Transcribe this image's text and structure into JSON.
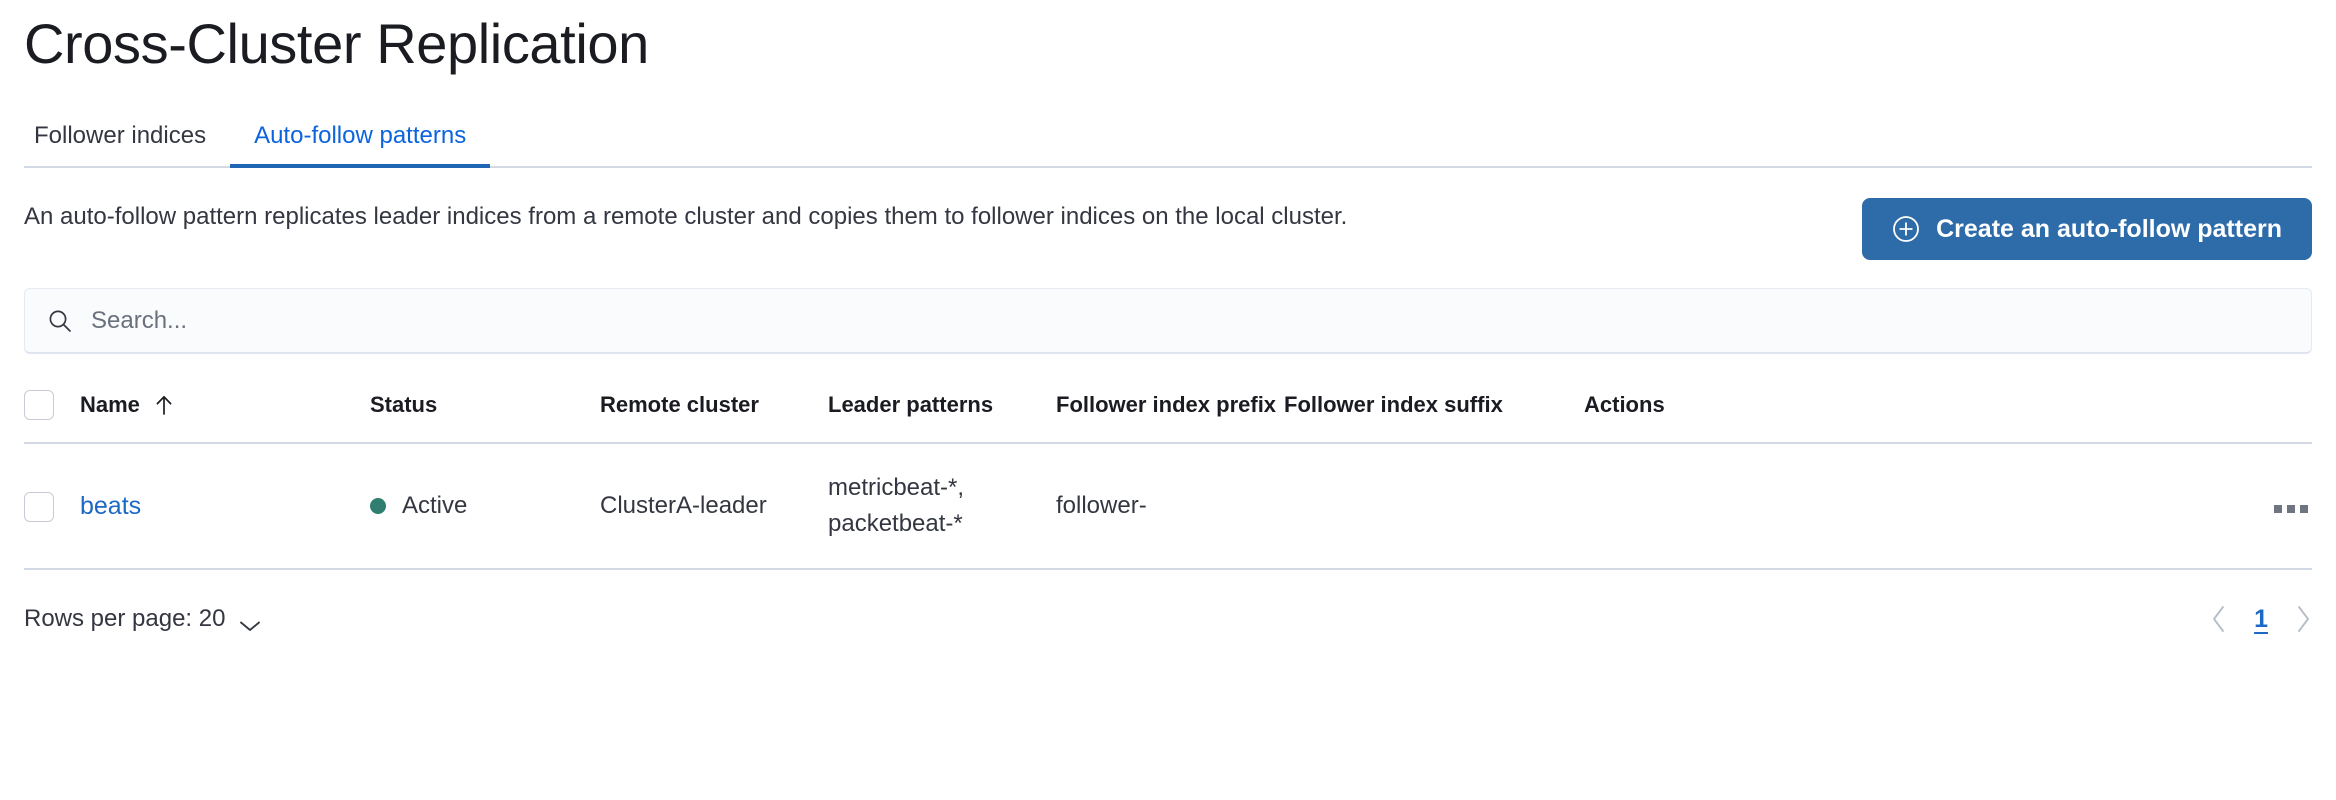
{
  "page": {
    "title": "Cross-Cluster Replication"
  },
  "tabs": [
    {
      "label": "Follower indices",
      "active": false
    },
    {
      "label": "Auto-follow patterns",
      "active": true
    }
  ],
  "intro": {
    "description": "An auto-follow pattern replicates leader indices from a remote cluster and copies them to follower indices on the local cluster.",
    "create_button_label": "Create an auto-follow pattern",
    "create_button_icon": "plus-in-circle-icon"
  },
  "search": {
    "placeholder": "Search...",
    "value": "",
    "icon": "search-icon"
  },
  "table": {
    "columns": [
      {
        "key": "select",
        "label": ""
      },
      {
        "key": "name",
        "label": "Name",
        "sort": "asc",
        "sort_icon": "arrow-up-icon"
      },
      {
        "key": "status",
        "label": "Status"
      },
      {
        "key": "remote_cluster",
        "label": "Remote cluster"
      },
      {
        "key": "leader_patterns",
        "label": "Leader patterns"
      },
      {
        "key": "follower_index_prefix",
        "label": "Follower index prefix"
      },
      {
        "key": "follower_index_suffix",
        "label": "Follower index suffix"
      },
      {
        "key": "actions",
        "label": "Actions"
      }
    ],
    "rows": [
      {
        "name": "beats",
        "status": "Active",
        "status_color": "#2f7e6f",
        "remote_cluster": "ClusterA-leader",
        "leader_patterns_line1": "metricbeat-*,",
        "leader_patterns_line2": "packetbeat-*",
        "follower_index_prefix": "follower-",
        "follower_index_suffix": "",
        "actions_icon": "ellipsis-horizontal-icon"
      }
    ]
  },
  "footer": {
    "rows_per_page_label": "Rows per page: 20",
    "rows_per_page_value": "20",
    "chevron_icon": "chevron-down-icon",
    "prev_icon": "chevron-left-icon",
    "next_icon": "chevron-right-icon",
    "current_page": "1"
  },
  "colors": {
    "primary_blue": "#2d6ca8",
    "link_blue": "#1d68c4",
    "active_tab_blue": "#0b64dd",
    "tab_underline": "#1f67b5",
    "status_green": "#2f7e6f",
    "border": "#d3dae6",
    "text": "#343741"
  }
}
